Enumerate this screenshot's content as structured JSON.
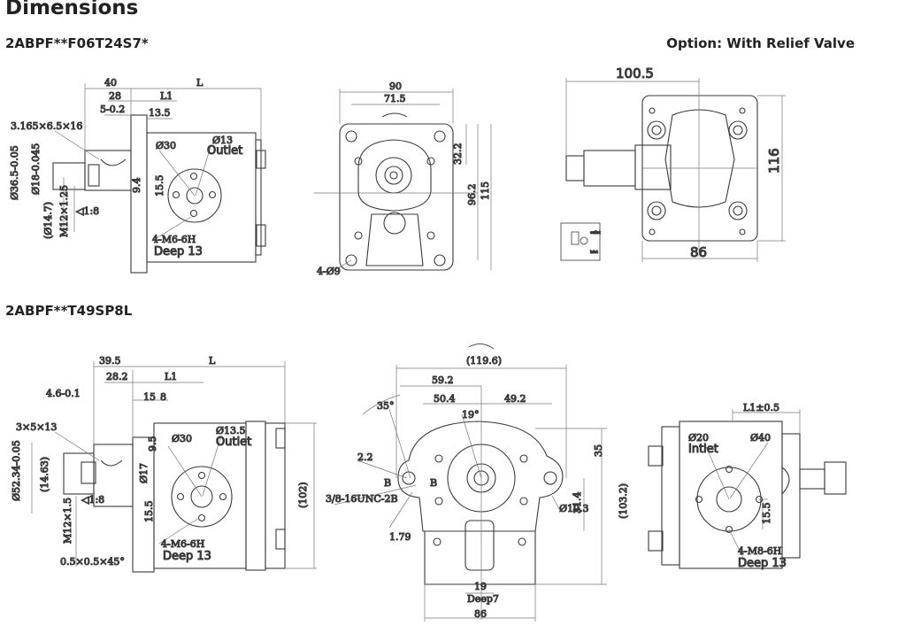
{
  "page": {
    "title": "Dimensions",
    "model_1": "2ABPF**F06T24S7*",
    "model_2": "2ABPF**T49SP8L",
    "option": "Option: With Relief Valve"
  },
  "colors": {
    "line": "#3a3a3a",
    "thin": "#777777",
    "text": "#222222"
  },
  "v1_side": {
    "dim_40": "40",
    "dim_L": "L",
    "dim_28": "28",
    "dim_L1": "L1",
    "dim_5": "5-0.2",
    "dim_13_5": "13.5",
    "thread": "3.165×6.5×16",
    "d30": "Ø30",
    "d13": "Ø13",
    "outlet": "Outlet",
    "shaft_d": "Ø36.5-0.05",
    "shaft_d2": "Ø18-0.045",
    "d9_4": "9.4",
    "d15_5": "15.5",
    "d14_7": "(Ø14.7)",
    "m12": "M12×1.25",
    "taper": "◁1:8",
    "m6": "4-M6-6H",
    "deep": "Deep 13"
  },
  "v1_front": {
    "d90": "90",
    "d71_5": "71.5",
    "d32_2": "32.2",
    "d96_2": "96.2",
    "d115": "115",
    "holes": "4-Ø9"
  },
  "v1_valve": {
    "d100_5": "100.5",
    "d116": "116",
    "d86": "86",
    "sym_out": "outlet",
    "sym_in": "inlet"
  },
  "v2_side": {
    "d39_5": "39.5",
    "dim_L": "L",
    "d28_2": "28.2",
    "dim_L1": "L1",
    "d4_6": "4.6-0.1",
    "d15": "15",
    "d8": "8",
    "key": "3×5×13",
    "d30": "Ø30",
    "d13_5": "Ø13.5",
    "outlet": "Outlet",
    "d17": "Ø17",
    "d9_5": "9.5",
    "shaft": "Ø52.34-0.05",
    "d14_63": "(14.63)",
    "taper": "◁1:8",
    "d15_5": "15.5",
    "d102": "(102)",
    "m12": "M12×1.5",
    "m6": "4-M6-6H",
    "deep": "Deep 13",
    "chamfer": "0.5×0.5×45°"
  },
  "v2_front": {
    "d119_6": "(119.6)",
    "d59_2": "59.2",
    "d50_4": "50.4",
    "d49_2": "49.2",
    "a35": "35°",
    "a19": "19°",
    "d2_2": "2.2",
    "unc": "3/8-16UNC-2B",
    "d1_79": "1.79",
    "d35": "35",
    "d10_3": "Ø10.3",
    "d31_4": "31.4",
    "d103_2": "(103.2)",
    "d19": "19",
    "deep7": "Deep7",
    "d86": "86",
    "lb": "B",
    "lb2": "B"
  },
  "v2_rear": {
    "l1": "L1±0.5",
    "d20": "Ø20",
    "inlet": "Intlet",
    "d40": "Ø40",
    "d15_5": "15.5",
    "m8": "4-M8-6H",
    "deep": "Deep 13"
  }
}
